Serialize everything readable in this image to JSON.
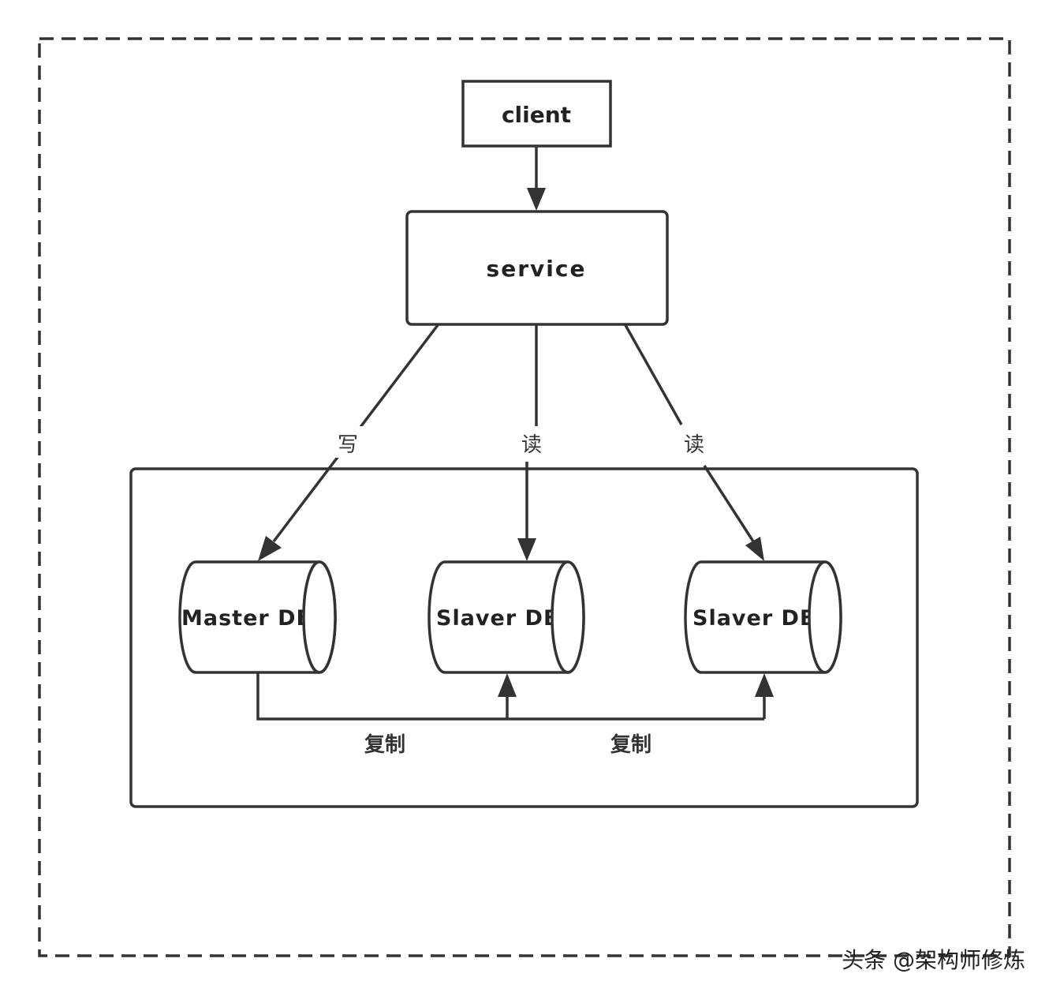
{
  "nodes": {
    "client": "client",
    "service": "service",
    "master_db": "Master DB",
    "slaver_db_1": "Slaver DB",
    "slaver_db_2": "Slaver DB"
  },
  "edges": {
    "write_label": "写",
    "read_label_1": "读",
    "read_label_2": "读",
    "replicate_label_1": "复制",
    "replicate_label_2": "复制"
  },
  "watermark": "头条 @架构师修炼",
  "colors": {
    "stroke": "#333333",
    "text": "#222222",
    "background": "#ffffff"
  }
}
